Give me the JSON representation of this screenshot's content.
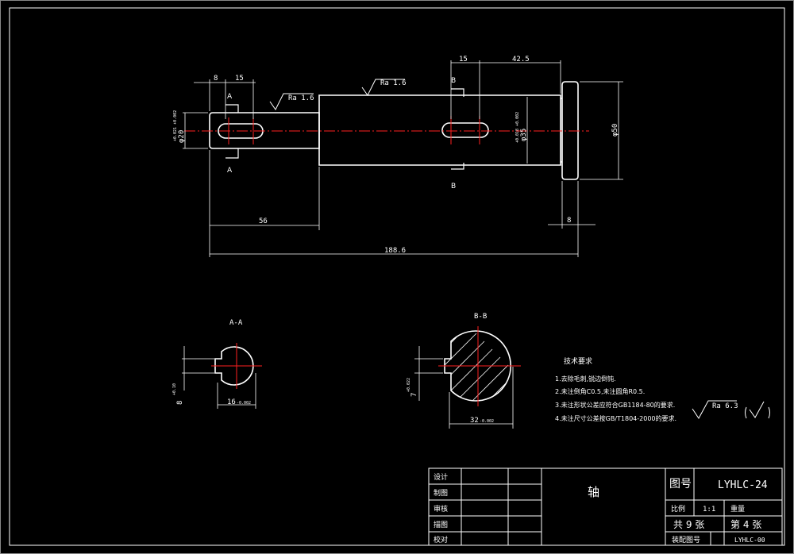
{
  "colors": {
    "background": "#000000",
    "line": "#ffffff",
    "centerline": "#ff2020"
  },
  "drawing": {
    "dims": {
      "d8_left": "8",
      "d15_left": "15",
      "d15_right": "15",
      "d42_5": "42.5",
      "d56": "56",
      "d188_6": "188.6",
      "d8_right": "8",
      "phi50": "φ50",
      "phi20": "φ20",
      "phi20_tol": "+0.021 +0.002",
      "phi35": "φ35",
      "phi35_tol": "+0.018 +0.002",
      "aa_16": "16",
      "aa_16_tol": "-0.002",
      "aa_8": "8",
      "aa_8_tol": "+0.10",
      "bb_32": "32",
      "bb_32_tol": "-0.002",
      "bb_7": "7",
      "bb_7_tol": "+0.022"
    },
    "roughness": {
      "r1": "Ra 1.6",
      "r2": "Ra 1.6",
      "general": "Ra 6.3",
      "check": "( √ )"
    },
    "section_marks": {
      "a_top": "A",
      "a_bottom": "A",
      "b_top": "B",
      "b_bottom": "B"
    },
    "section_titles": {
      "aa": "A-A",
      "bb": "B-B"
    },
    "notes": {
      "title": "技术要求",
      "items": [
        "1.去除毛刺,锐边倒钝.",
        "2.未注倒角C0.5,未注圆角R0.5.",
        "3.未注形状公差应符合GB1184-80的要求.",
        "4.未注尺寸公差按GB/T1804-2000的要求."
      ]
    }
  },
  "title_block": {
    "row_labels": [
      "设计",
      "制图",
      "审核",
      "描图",
      "校对"
    ],
    "part_name": "轴",
    "drawing_no_label": "图号",
    "drawing_no": "LYHLC-24",
    "scale_label": "比例",
    "scale": "1:1",
    "weight_label": "重量",
    "total_sheets": "共 9 张",
    "sheet_no": "第 4 张",
    "assembly_label": "装配图号",
    "assembly_no": "LYHLC-00"
  }
}
